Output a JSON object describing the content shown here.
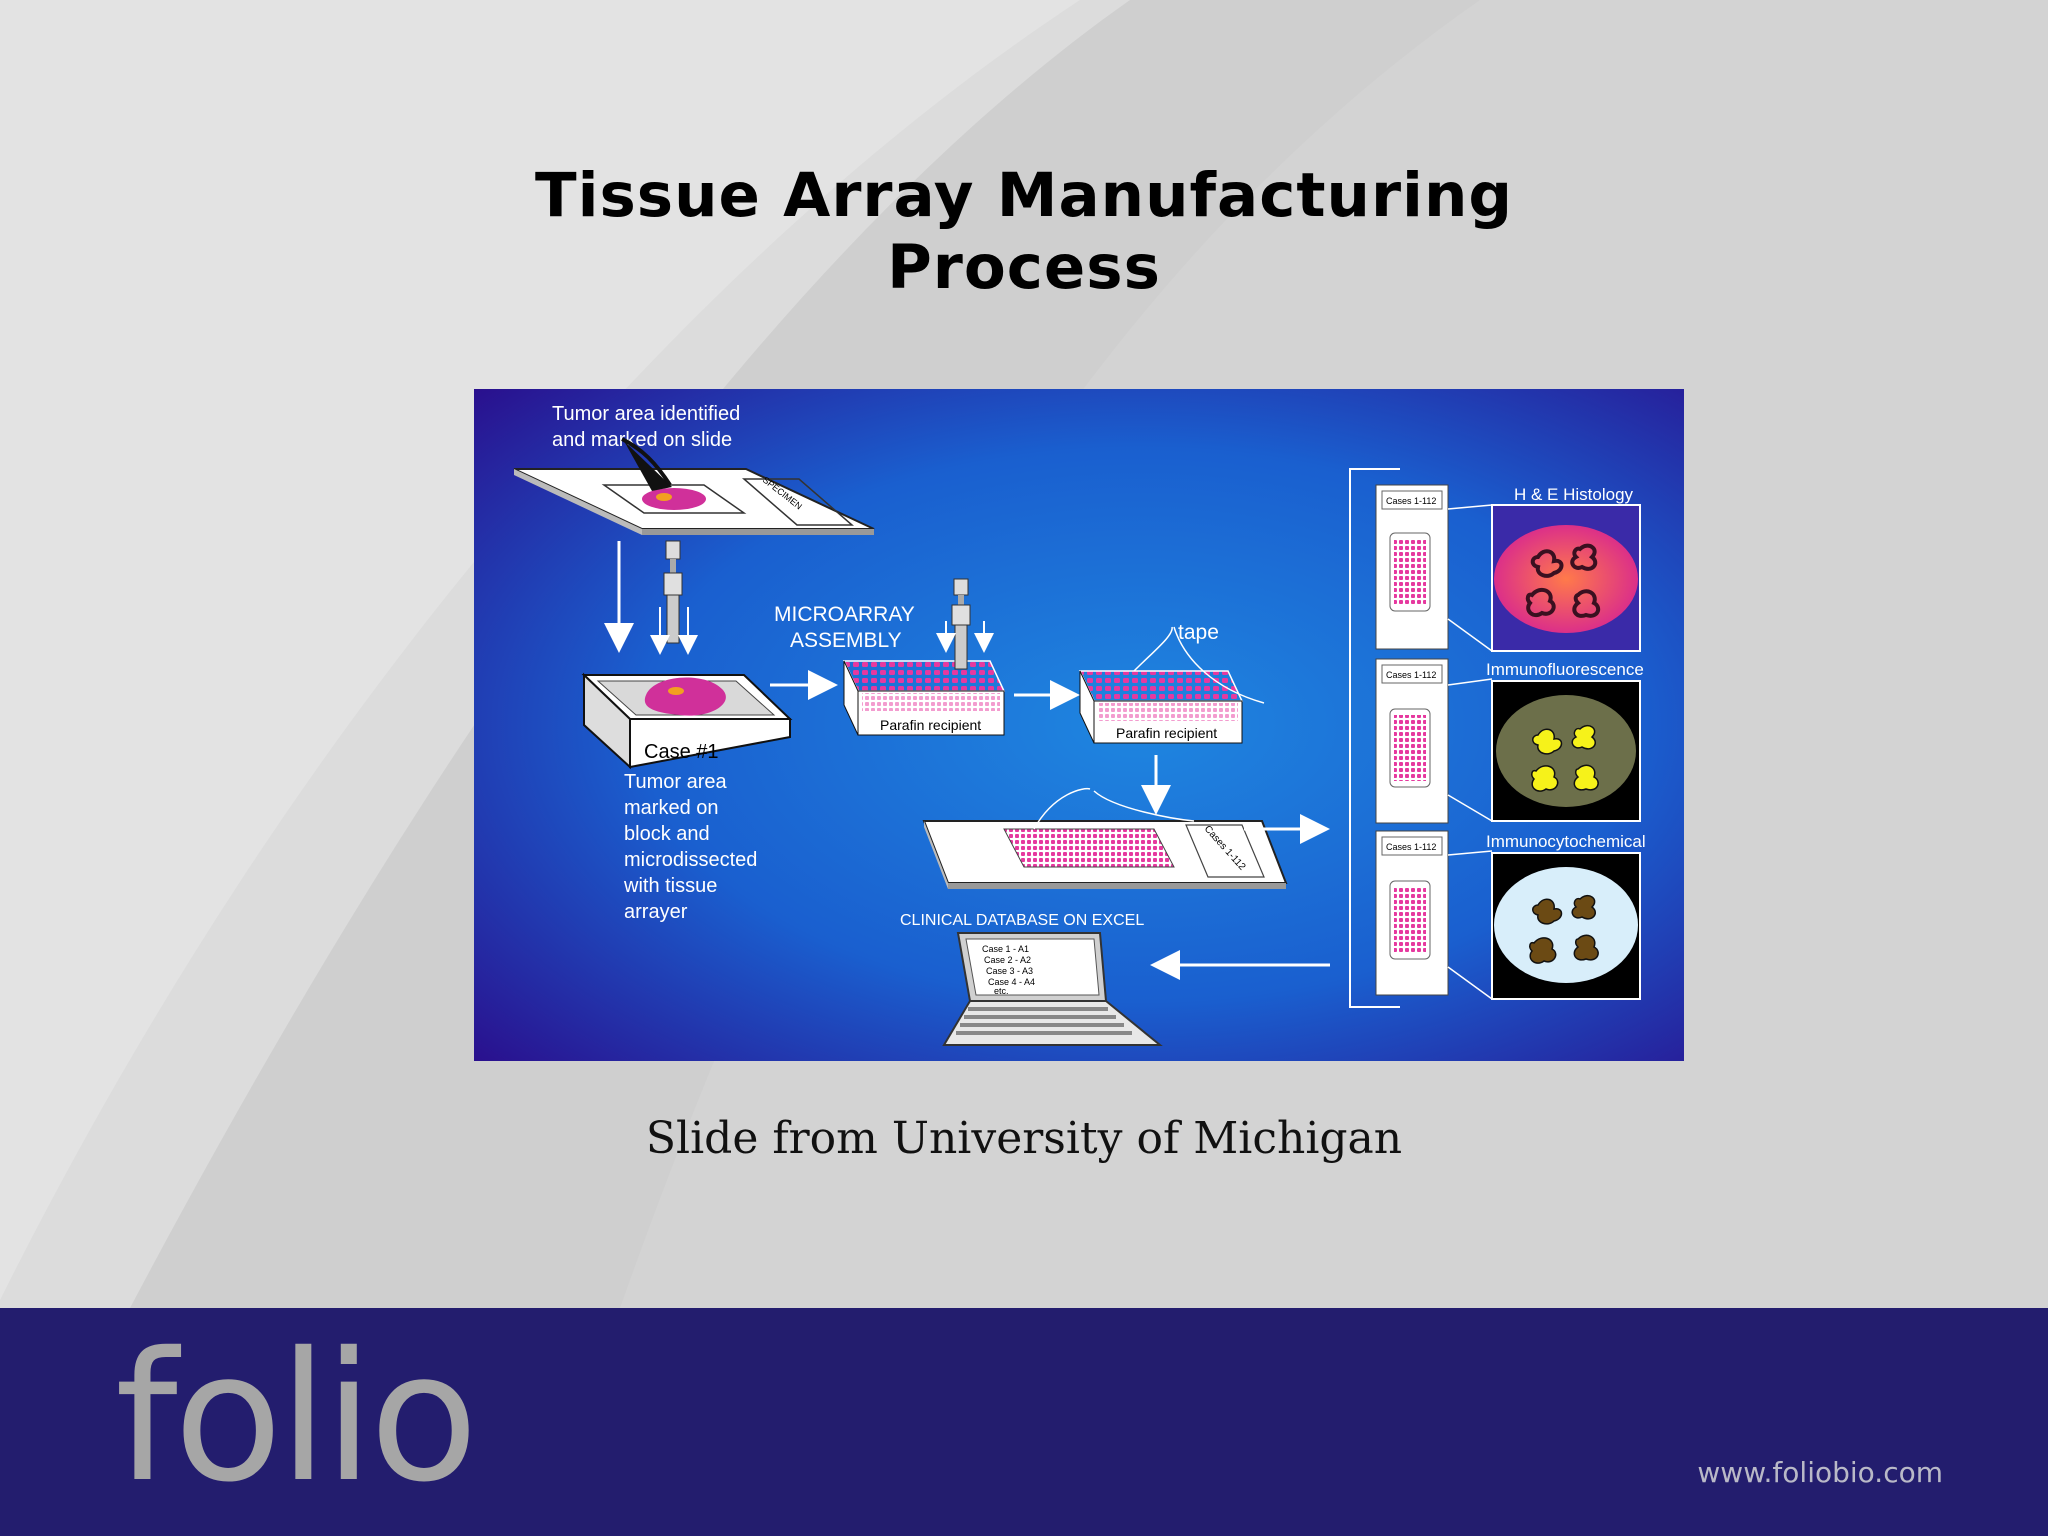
{
  "slide": {
    "title_line1": "Tissue Array Manufacturing",
    "title_line2": "Process",
    "caption": "Slide from University of Michigan"
  },
  "footer": {
    "logo_text": "folio",
    "url": "www.foliobio.com"
  },
  "figure": {
    "step1_label_line1": "Tumor area identified",
    "step1_label_line2": "and marked on slide",
    "specimen_label": "SPECIMEN",
    "case_label": "Case #1",
    "block_desc": [
      "Tumor area",
      "marked on",
      "block and",
      "microdissected",
      "with tissue",
      "arrayer"
    ],
    "microarray_line1": "MICROARRAY",
    "microarray_line2": "ASSEMBLY",
    "tape_label": "tape",
    "recipient_label_1": "Parafin recipient",
    "recipient_label_2": "Parafin recipient",
    "array_slide_label": "Cases 1-112",
    "database_label": "CLINICAL DATABASE ON EXCEL",
    "laptop_lines": [
      "Case 1 - A1",
      "Case 2 - A2",
      "Case 3 - A3",
      "Case 4 - A4",
      "etc."
    ],
    "slide_cases_label": "Cases 1-112",
    "stain_he": "H & E Histology",
    "stain_if": "Immunofluorescence",
    "stain_ic": "Immunocytochemical"
  },
  "colors": {
    "footer_bg": "#231d6e",
    "figure_bg_center": "#1e7fd6",
    "figure_bg_edge": "#2a0e8c",
    "tissue_magenta": "#d0309a",
    "he_center": "#ff6a55",
    "if_bg": "#6c6f4a",
    "if_shape": "#f6f21a",
    "ic_bg": "#d8eefa",
    "ic_shape": "#6b4a14"
  }
}
